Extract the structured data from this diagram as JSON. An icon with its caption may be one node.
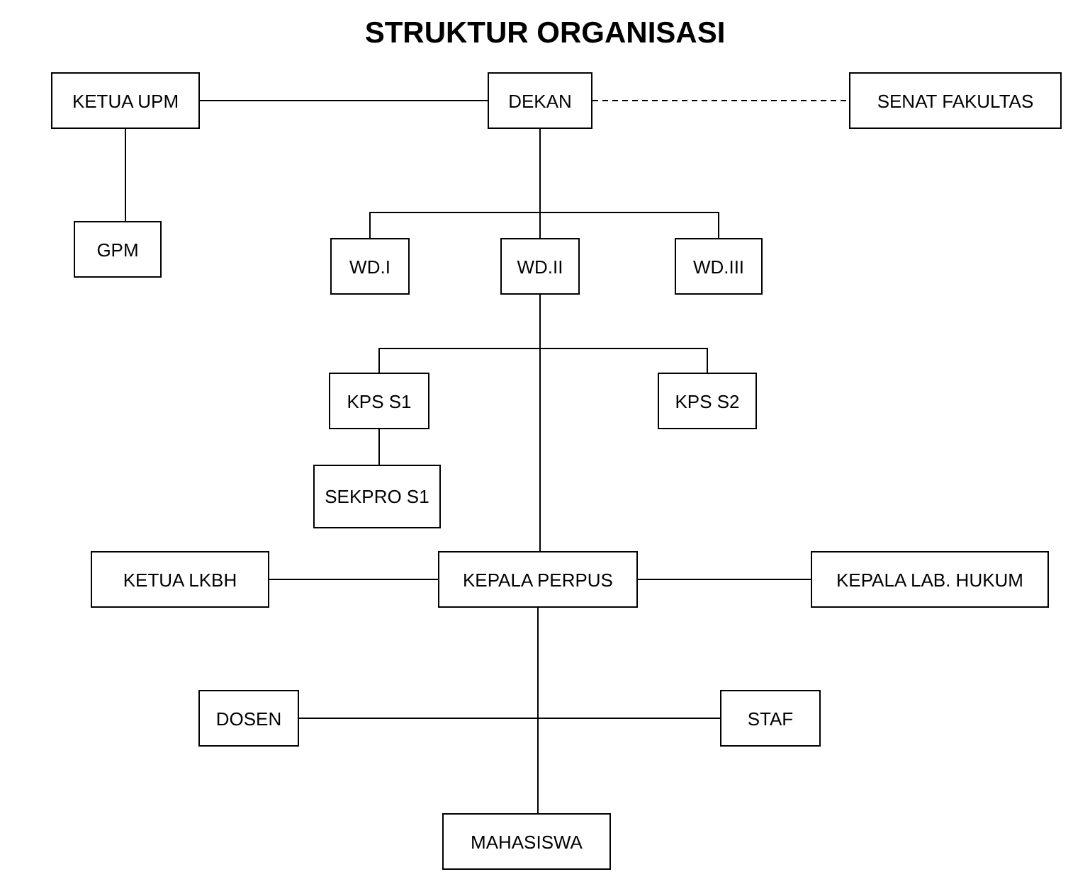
{
  "diagram": {
    "title": "STRUKTUR ORGANISASI",
    "nodes": [
      {
        "text": [
          "KETUA UPM"
        ]
      },
      {
        "text": [
          "DEKAN"
        ]
      },
      {
        "text": [
          "SENAT FAKULTAS"
        ]
      },
      {
        "text": [
          "GPM"
        ]
      },
      {
        "text": [
          "WD.I"
        ]
      },
      {
        "text": [
          "WD.II"
        ]
      },
      {
        "text": [
          "WD.III"
        ]
      },
      {
        "text": [
          "KPS S1"
        ]
      },
      {
        "text": [
          "KPS S2"
        ]
      },
      {
        "text": [
          "SEKPRO S1"
        ]
      },
      {
        "text": [
          "KETUA LKBH"
        ]
      },
      {
        "text": [
          "KEPALA PERPUS"
        ]
      },
      {
        "text": [
          "KEPALA LAB. HUKUM"
        ]
      },
      {
        "text": [
          "DOSEN"
        ]
      },
      {
        "text": [
          "STAF"
        ]
      },
      {
        "text": [
          "MAHASISWA"
        ]
      }
    ],
    "edges": [
      {
        "from": 0,
        "to": 1,
        "arrow": "none"
      },
      {
        "from": 1,
        "to": 2,
        "arrow": "none",
        "style": "dashed"
      },
      {
        "from": 0,
        "to": 3,
        "arrow": "none"
      },
      {
        "from": 1,
        "to": 4,
        "arrow": "none"
      },
      {
        "from": 1,
        "to": 5,
        "arrow": "none"
      },
      {
        "from": 1,
        "to": 6,
        "arrow": "none"
      },
      {
        "from": 5,
        "to": 7,
        "arrow": "none"
      },
      {
        "from": 5,
        "to": 8,
        "arrow": "none"
      },
      {
        "from": 7,
        "to": 9,
        "arrow": "none"
      },
      {
        "from": 5,
        "to": 11,
        "arrow": "none"
      },
      {
        "from": 11,
        "to": 10,
        "arrow": "none"
      },
      {
        "from": 11,
        "to": 12,
        "arrow": "none"
      },
      {
        "from": 11,
        "to": 15,
        "arrow": "none"
      },
      {
        "from": 13,
        "to": 14,
        "arrow": "none"
      }
    ]
  }
}
